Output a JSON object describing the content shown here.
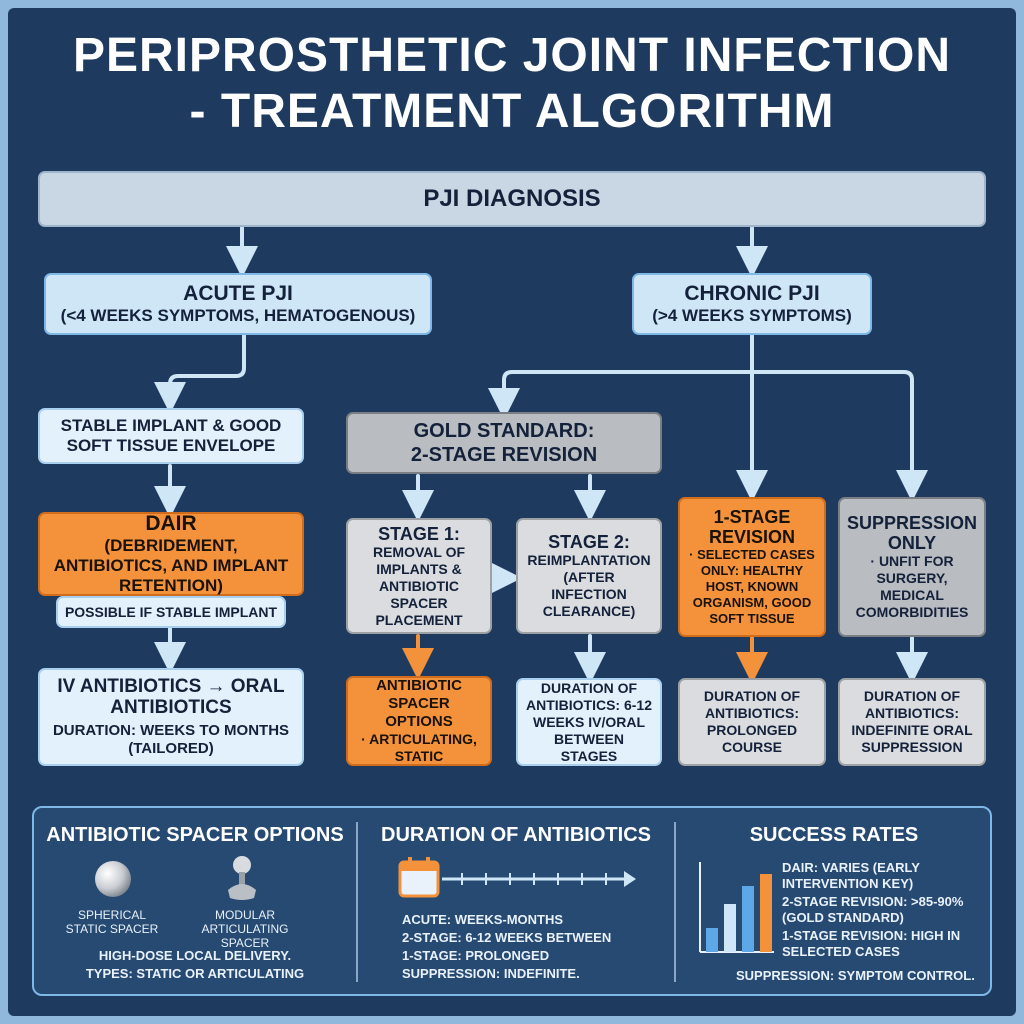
{
  "title": {
    "line1": "PERIPROSTHETIC JOINT INFECTION",
    "line2": "- TREATMENT ALGORITHM"
  },
  "diagnosis": "PJI DIAGNOSIS",
  "acute": {
    "title": "ACUTE PJI",
    "sub": "(<4 WEEKS SYMPTOMS, HEMATOGENOUS)"
  },
  "chronic": {
    "title": "CHRONIC PJI",
    "sub": "(>4 WEEKS SYMPTOMS)"
  },
  "stable": "STABLE IMPLANT & GOOD SOFT TISSUE ENVELOPE",
  "dair": {
    "title": "DAIR",
    "sub": "(DEBRIDEMENT, ANTIBIOTICS, AND IMPLANT RETENTION)",
    "note": "POSSIBLE IF STABLE IMPLANT"
  },
  "iv": {
    "title": "IV ANTIBIOTICS → ORAL ANTIBIOTICS",
    "sub": "DURATION: WEEKS TO MONTHS (TAILORED)"
  },
  "gold": {
    "line1": "GOLD STANDARD:",
    "line2": "2-STAGE REVISION"
  },
  "stage1": {
    "title": "STAGE 1:",
    "sub": "REMOVAL OF IMPLANTS & ANTIBIOTIC SPACER PLACEMENT"
  },
  "stage2": {
    "title": "STAGE 2:",
    "sub": "REIMPLANTATION (AFTER INFECTION CLEARANCE)"
  },
  "one_stage": {
    "title": "1-STAGE REVISION",
    "sub": "· SELECTED CASES ONLY: HEALTHY HOST, KNOWN ORGANISM, GOOD SOFT TISSUE"
  },
  "suppression": {
    "title": "SUPPRESSION ONLY",
    "sub": "· UNFIT FOR SURGERY, MEDICAL COMORBIDITIES"
  },
  "spacer_box": {
    "title": "ANTIBIOTIC SPACER OPTIONS",
    "sub": "· ARTICULATING, STATIC"
  },
  "dur_2stage": "DURATION OF ANTIBIOTICS: 6-12 WEEKS IV/ORAL BETWEEN STAGES",
  "dur_1stage": "DURATION OF ANTIBIOTICS: PROLONGED COURSE",
  "dur_supp": "DURATION OF ANTIBIOTICS: INDEFINITE ORAL SUPPRESSION",
  "panel": {
    "spacer": {
      "heading": "ANTIBIOTIC SPACER OPTIONS",
      "item1": "SPHERICAL STATIC SPACER",
      "item2": "MODULAR ARTICULATING SPACER",
      "line1": "HIGH-DOSE LOCAL DELIVERY.",
      "line2": "TYPES: STATIC OR ARTICULATING",
      "sphere_icon": "sphere-spacer-icon",
      "modular_icon": "modular-spacer-icon"
    },
    "duration": {
      "heading": "DURATION OF ANTIBIOTICS",
      "lines": [
        "ACUTE: WEEKS-MONTHS",
        "2-STAGE: 6-12 WEEKS BETWEEN",
        "1-STAGE: PROLONGED",
        "SUPPRESSION: INDEFINITE."
      ],
      "icon": "calendar-timeline-icon"
    },
    "success": {
      "heading": "SUCCESS RATES",
      "lines": [
        "DAIR: VARIES (EARLY INTERVENTION KEY)",
        "2-STAGE REVISION: >85-90% (GOLD STANDARD)",
        "1-STAGE REVISION: HIGH IN SELECTED CASES",
        "SUPPRESSION: SYMPTOM CONTROL."
      ],
      "icon": "bar-chart-icon"
    }
  },
  "colors": {
    "background": "#1e3a5f",
    "blue_box": "#cfe6f7",
    "gray_box": "#b9bcc0",
    "orange_box": "#f4923c",
    "arrow": "#cfe6f7",
    "orange_arrow": "#f4923c"
  }
}
